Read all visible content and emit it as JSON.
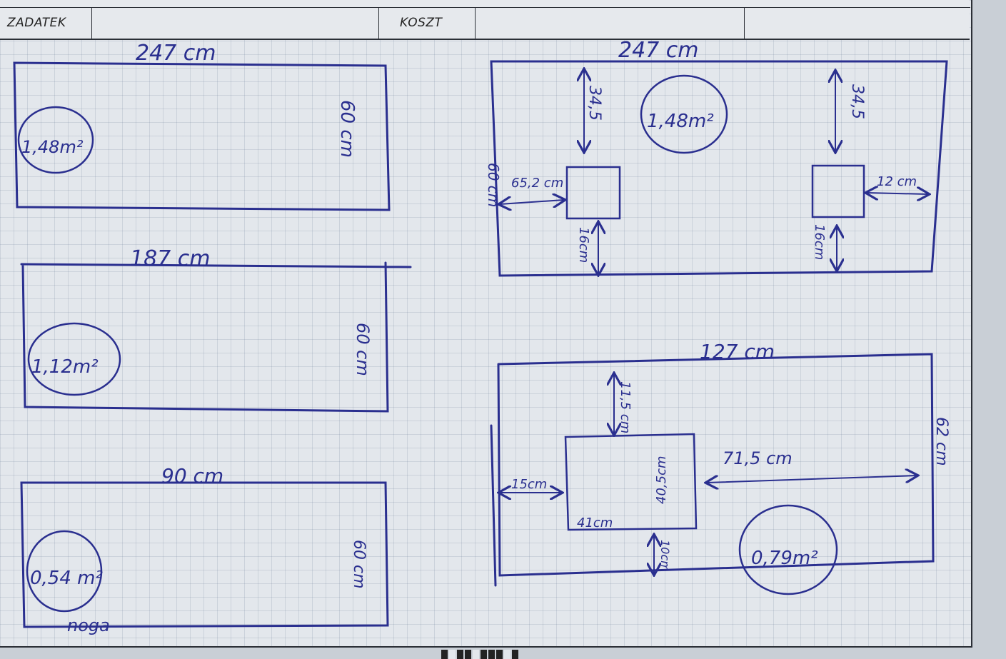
{
  "header": {
    "zadatek_label": "ZADATEK",
    "koszt_label": "KOSZT"
  },
  "sketches": {
    "a": {
      "width": "247 cm",
      "height": "60 cm",
      "area": "1,48m²"
    },
    "b": {
      "width": "187 cm",
      "height": "60 cm",
      "area": "1,12m²"
    },
    "c": {
      "width": "90 cm",
      "height": "60 cm",
      "area": "0,54 m²",
      "note": "noga"
    },
    "d": {
      "width": "247 cm",
      "height": "60 cm",
      "area": "1,48m²",
      "top_left": "34,5",
      "top_right": "34,5",
      "left_offset": "65,2 cm",
      "right_offset": "12 cm",
      "bottom_left": "16cm",
      "bottom_right": "16cm"
    },
    "e": {
      "width": "127 cm",
      "height": "62 cm",
      "area": "0,79m²",
      "top_offset": "11,5 cm",
      "left_offset": "15cm",
      "cutout_height": "40,5cm",
      "cutout_width": "41cm",
      "right_offset": "71,5 cm",
      "bottom_offset": "10cm"
    }
  },
  "colors": {
    "ink": "#2a2f8f",
    "paper": "#e3e7ec",
    "frame": "#2b2f36"
  }
}
